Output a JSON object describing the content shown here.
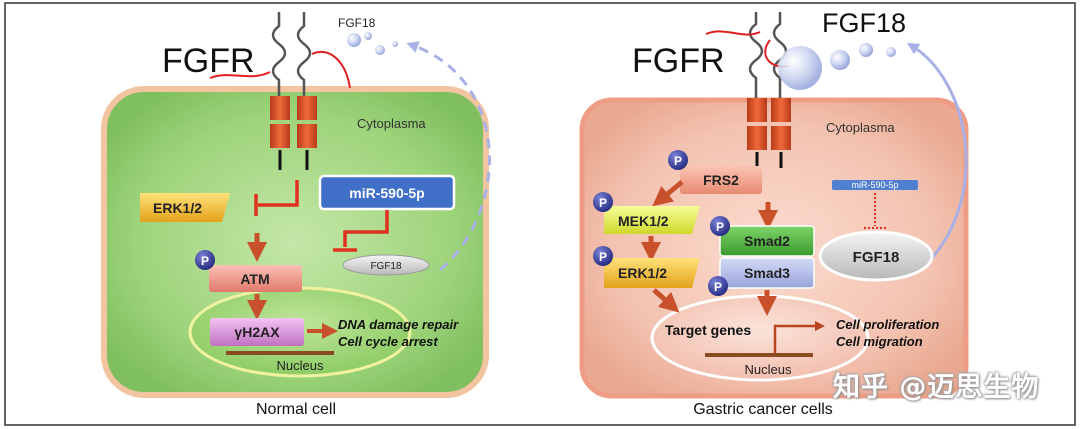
{
  "left_panel": {
    "receptor": "FGFR",
    "ligand": "FGF18",
    "compartment": "Cytoplasma",
    "erk": "ERK1/2",
    "mirna": "miR-590-5p",
    "fgf18_target": "FGF18",
    "phospho": "P",
    "atm": "ATM",
    "h2ax": "γH2AX",
    "outcome_1": "DNA damage repair",
    "outcome_2": "Cell cycle arrest",
    "nucleus": "Nucleus",
    "caption": "Normal cell"
  },
  "right_panel": {
    "receptor": "FGFR",
    "ligand": "FGF18",
    "compartment": "Cytoplasma",
    "frs2": "FRS2",
    "mek": "MEK1/2",
    "erk": "ERK1/2",
    "smad2": "Smad2",
    "smad3": "Smad3",
    "mirna": "miR-590-5p",
    "fgf18_oval": "FGF18",
    "phospho": "P",
    "target_genes": "Target genes",
    "outcome_1": "Cell proliferation",
    "outcome_2": "Cell migration",
    "nucleus": "Nucleus",
    "caption": "Gastric cancer cells"
  },
  "watermark": {
    "text": "知乎 @迈思生物",
    "logo": "zhihu-logo"
  },
  "colors": {
    "normal_cell": "#a8d48a",
    "cancer_cell": "#f0c0b0",
    "receptor": "#d9502a",
    "arrow": "#c8502a",
    "inhibit": "#e03020",
    "mirna_box": "#3a6ec8",
    "phospho": "#3b3f9e",
    "erk_box": "#f2c23a",
    "mek_box": "#e8f04a",
    "smad2_box": "#4caa3c",
    "smad3_box": "#a9b4e4",
    "frs2_box": "#f4a08a",
    "atm_box": "#f08a82",
    "h2ax_box": "#d486d6",
    "ligand_bubble": "#b8c4ec"
  }
}
